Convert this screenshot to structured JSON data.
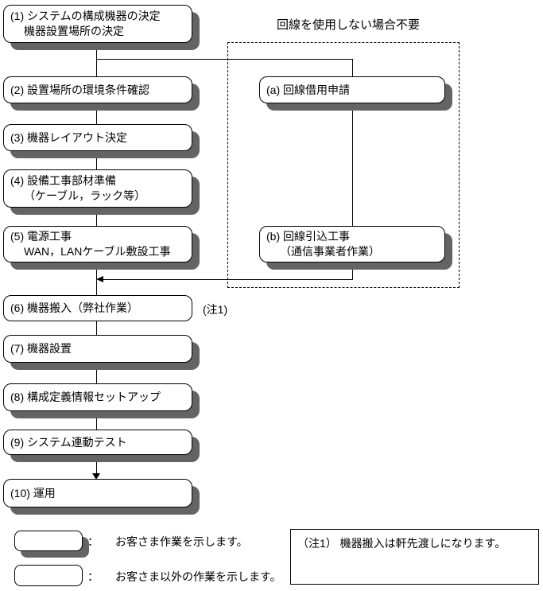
{
  "diagram": {
    "background": "#ffffff",
    "line_color": "#000000",
    "shadow_color": "#646464",
    "optional_region_note": "回線を使用しない場合不要",
    "steps": [
      {
        "id": "1",
        "lines": [
          "(1) システムの構成機器の決定",
          "機器設置場所の決定"
        ],
        "customer_work": true
      },
      {
        "id": "2",
        "lines": [
          "(2) 設置場所の環境条件確認"
        ],
        "customer_work": true
      },
      {
        "id": "3",
        "lines": [
          "(3) 機器レイアウト決定"
        ],
        "customer_work": true
      },
      {
        "id": "4",
        "lines": [
          "(4) 設備工事部材準備",
          "（ケーブル，ラック等）"
        ],
        "customer_work": true
      },
      {
        "id": "5",
        "lines": [
          "(5) 電源工事",
          "WAN，LANケーブル敷設工事"
        ],
        "customer_work": true
      },
      {
        "id": "6",
        "lines": [
          "(6) 機器搬入（弊社作業）"
        ],
        "customer_work": false
      },
      {
        "id": "7",
        "lines": [
          "(7) 機器設置"
        ],
        "customer_work": true
      },
      {
        "id": "8",
        "lines": [
          "(8) 構成定義情報セットアップ"
        ],
        "customer_work": true
      },
      {
        "id": "9",
        "lines": [
          "(9) システム連動テスト"
        ],
        "customer_work": true
      },
      {
        "id": "10",
        "lines": [
          "(10) 運用"
        ],
        "customer_work": true
      }
    ],
    "optional_steps": [
      {
        "id": "a",
        "lines": [
          "(a) 回線借用申請"
        ],
        "customer_work": true
      },
      {
        "id": "b",
        "lines": [
          "(b) 回線引込工事",
          "（通信事業者作業）"
        ],
        "customer_work": true
      }
    ],
    "note_ref": "(注1)"
  },
  "legend": {
    "colon": "：",
    "items": [
      {
        "style": "shadowed-box",
        "label": "お客さま作業を示します。"
      },
      {
        "style": "plain-box",
        "label": "お客さま以外の作業を示します。"
      }
    ]
  },
  "footnote": {
    "text": "（注1） 機器搬入は軒先渡しになります。"
  }
}
